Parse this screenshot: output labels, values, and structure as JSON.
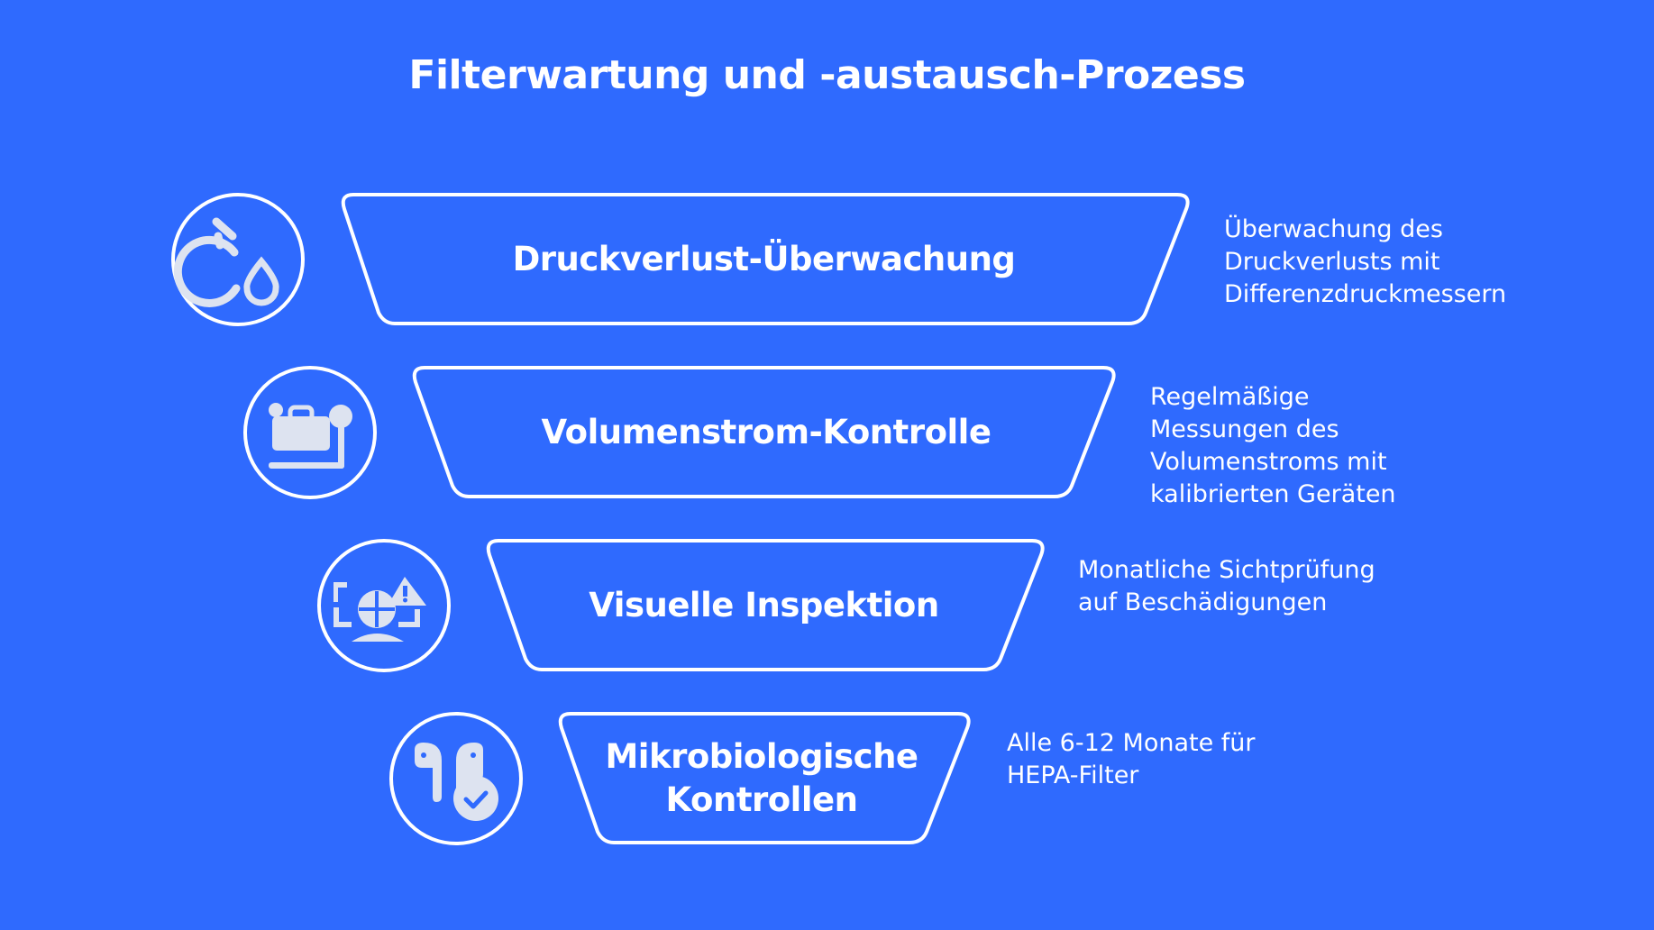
{
  "title": "Filterwartung und -austausch-Prozess",
  "steps": [
    {
      "label": "Druckverlust-Überwachung",
      "icon": "gauge-drop-icon",
      "description": [
        "Überwachung des",
        "Druckverlusts mit",
        "Differenzdruckmessern"
      ]
    },
    {
      "label": "Volumenstrom-Kontrolle",
      "icon": "flow-meter-icon",
      "description": [
        "Regelmäßige",
        "Messungen des",
        "Volumenstroms mit",
        "kalibrierten Geräten"
      ]
    },
    {
      "label": "Visuelle Inspektion",
      "icon": "inspection-warning-icon",
      "description": [
        "Monatliche Sichtprüfung",
        "auf Beschädigungen"
      ]
    },
    {
      "label": "Mikrobiologische Kontrollen",
      "icon": "check-badge-icon",
      "description": [
        "Alle 6-12 Monate für",
        "HEPA-Filter"
      ]
    }
  ],
  "colors": {
    "background": "#2f6afe",
    "stroke": "#ffffff",
    "icon": "#dde3f0"
  }
}
